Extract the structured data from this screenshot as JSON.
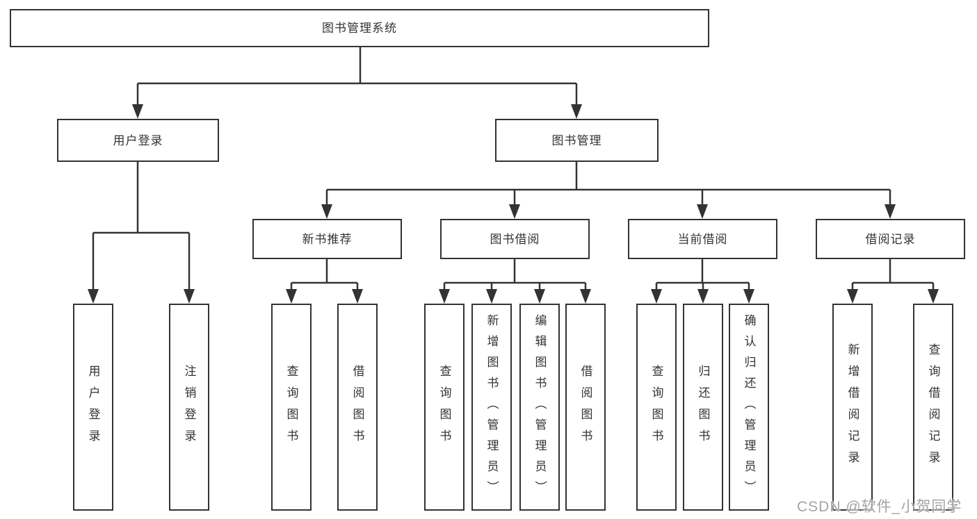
{
  "colors": {
    "line": "#333333",
    "box_border": "#333333",
    "text": "#333333",
    "background": "#ffffff",
    "watermark": "#a8a2a2"
  },
  "watermark": {
    "text": "CSDN @软件_小贺同学"
  },
  "tree": {
    "root": {
      "label": "图书管理系统",
      "children": [
        {
          "label": "用户登录",
          "children": [
            {
              "label": "用户登录"
            },
            {
              "label": "注销登录"
            }
          ]
        },
        {
          "label": "图书管理",
          "children": [
            {
              "label": "新书推荐",
              "children": [
                {
                  "label": "查询图书"
                },
                {
                  "label": "借阅图书"
                }
              ]
            },
            {
              "label": "图书借阅",
              "children": [
                {
                  "label": "查询图书"
                },
                {
                  "label": "新增图书（管理员）"
                },
                {
                  "label": "编辑图书（管理员）"
                },
                {
                  "label": "借阅图书"
                }
              ]
            },
            {
              "label": "当前借阅",
              "children": [
                {
                  "label": "查询图书"
                },
                {
                  "label": "归还图书"
                },
                {
                  "label": "确认归还（管理员）"
                }
              ]
            },
            {
              "label": "借阅记录",
              "children": [
                {
                  "label": "新增借阅记录"
                },
                {
                  "label": "查询借阅记录"
                }
              ]
            }
          ]
        }
      ]
    }
  }
}
